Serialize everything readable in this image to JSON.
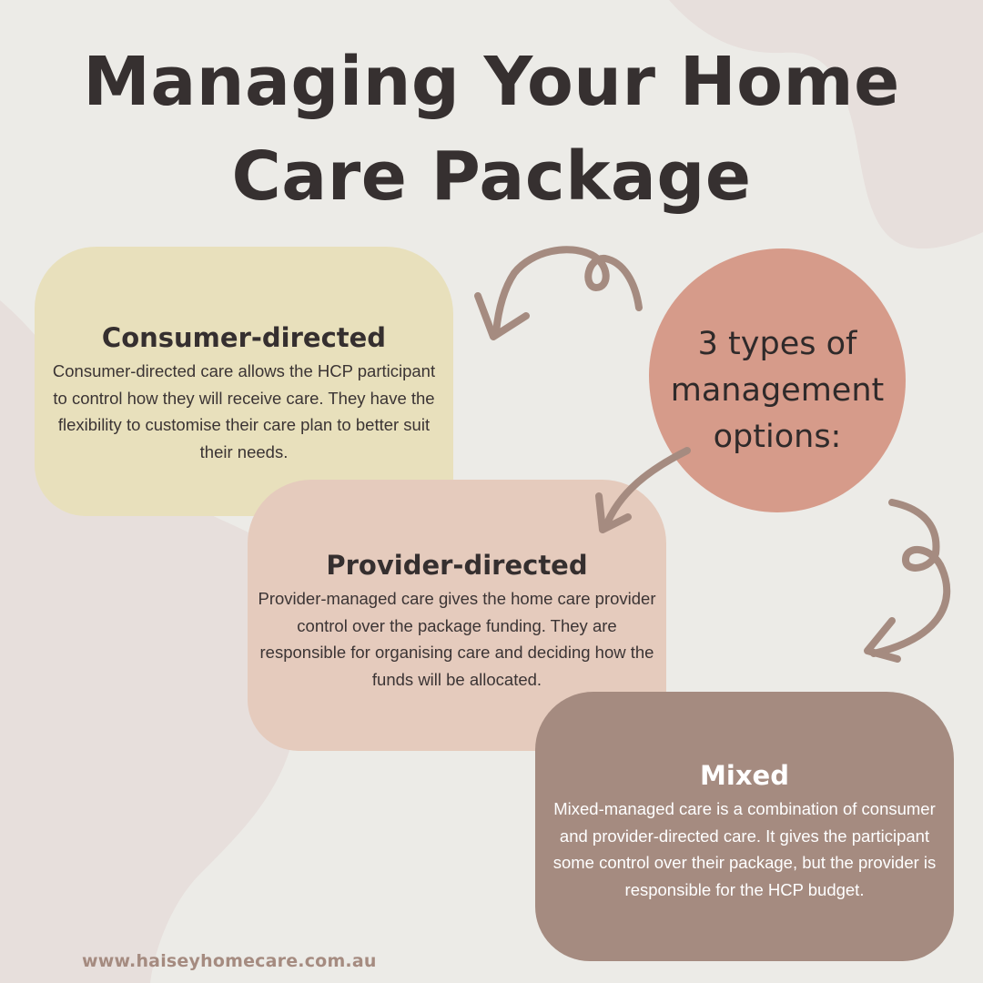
{
  "title": {
    "line1": "Managing Your Home",
    "line2": "Care Package"
  },
  "center_bubble": {
    "lines": [
      "3 types of",
      "management",
      "options:"
    ],
    "color": "#d69b8a"
  },
  "cards": [
    {
      "heading": "Consumer-directed",
      "body": "Consumer-directed care allows the HCP participant to control how they will receive care. They have the flexibility to customise their care plan to better suit their needs.",
      "color": "#e8e0bc"
    },
    {
      "heading": "Provider-directed",
      "body": "Provider-managed care gives the home care provider control over the package funding. They are responsible for organising care and deciding how the funds will be allocated.",
      "color": "#e5cbbd"
    },
    {
      "heading": "Mixed",
      "body": "Mixed-managed care is a combination of consumer and provider-directed care. It gives the participant some control over their package, but the provider is responsible for the HCP budget.",
      "color": "#a58b80"
    }
  ],
  "icons": [
    "curly-arrow-icon",
    "curved-arrow-icon",
    "curly-arrow-icon"
  ],
  "footer": {
    "website": "www.haiseyhomecare.com.au"
  },
  "colors": {
    "background": "#ecebe7",
    "blob": "#e7dfdc",
    "arrow": "#a58b80",
    "text": "#363030"
  }
}
